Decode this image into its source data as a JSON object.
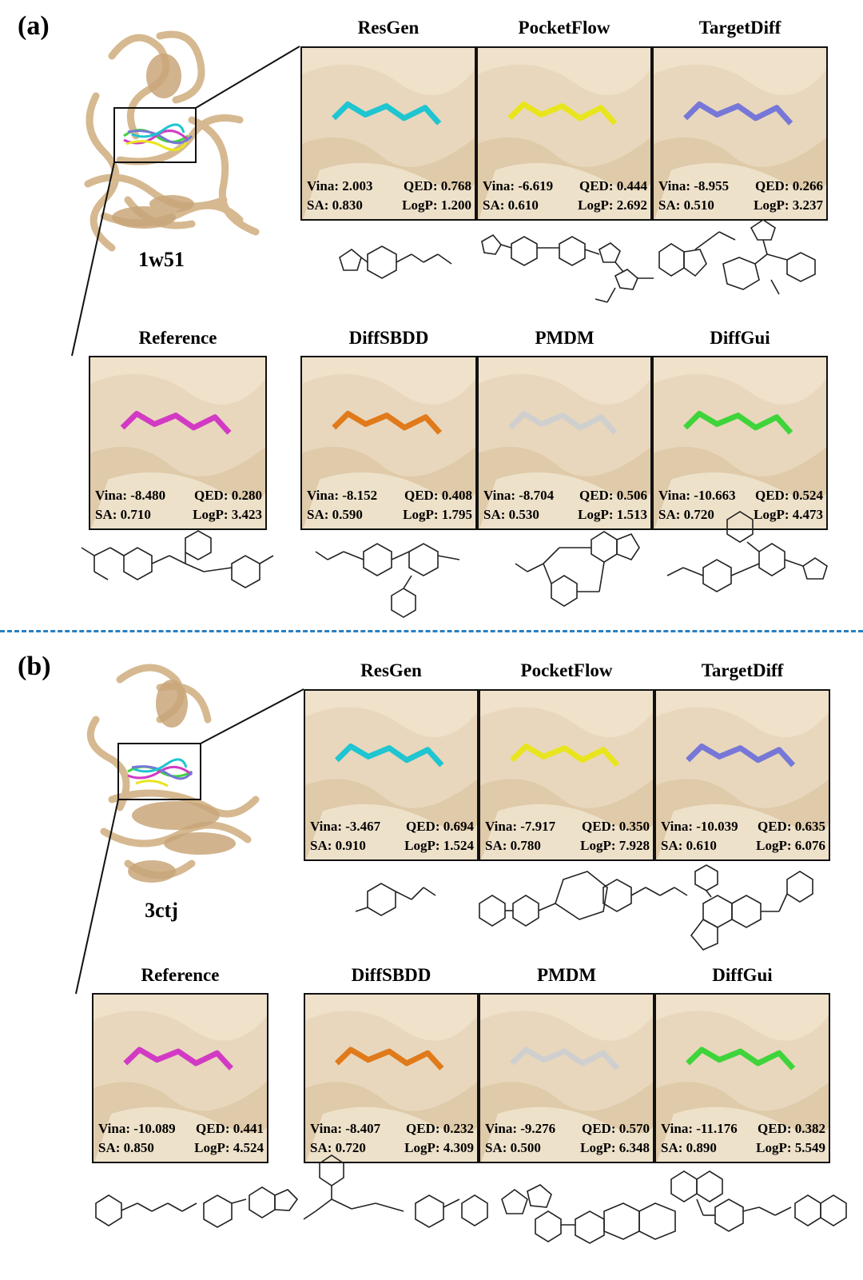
{
  "panels": [
    {
      "letter": "(a)",
      "pdb": "1w51",
      "methods": [
        {
          "name": "ResGen",
          "vina": "Vina: 2.003",
          "qed": "QED: 0.768",
          "sa": "SA: 0.830",
          "logp": "LogP: 1.200",
          "color": "#1fc5d0"
        },
        {
          "name": "PocketFlow",
          "vina": "Vina: -6.619",
          "qed": "QED: 0.444",
          "sa": "SA: 0.610",
          "logp": "LogP: 2.692",
          "color": "#e8e51e"
        },
        {
          "name": "TargetDiff",
          "vina": "Vina: -8.955",
          "qed": "QED: 0.266",
          "sa": "SA: 0.510",
          "logp": "LogP: 3.237",
          "color": "#7677d6"
        },
        {
          "name": "Reference",
          "vina": "Vina: -8.480",
          "qed": "QED: 0.280",
          "sa": "SA: 0.710",
          "logp": "LogP: 3.423",
          "color": "#d23ac4"
        },
        {
          "name": "DiffSBDD",
          "vina": "Vina: -8.152",
          "qed": "QED: 0.408",
          "sa": "SA: 0.590",
          "logp": "LogP: 1.795",
          "color": "#e07a1a"
        },
        {
          "name": "PMDM",
          "vina": "Vina: -8.704",
          "qed": "QED: 0.506",
          "sa": "SA: 0.530",
          "logp": "LogP: 1.513",
          "color": "#cfcfcf"
        },
        {
          "name": "DiffGui",
          "vina": "Vina: -10.663",
          "qed": "QED: 0.524",
          "sa": "SA: 0.720",
          "logp": "LogP: 4.473",
          "color": "#3ed43a"
        }
      ]
    },
    {
      "letter": "(b)",
      "pdb": "3ctj",
      "methods": [
        {
          "name": "ResGen",
          "vina": "Vina: -3.467",
          "qed": "QED: 0.694",
          "sa": "SA: 0.910",
          "logp": "LogP: 1.524",
          "color": "#1fc5d0"
        },
        {
          "name": "PocketFlow",
          "vina": "Vina: -7.917",
          "qed": "QED: 0.350",
          "sa": "SA: 0.780",
          "logp": "LogP: 7.928",
          "color": "#e8e51e"
        },
        {
          "name": "TargetDiff",
          "vina": "Vina: -10.039",
          "qed": "QED: 0.635",
          "sa": "SA: 0.610",
          "logp": "LogP: 6.076",
          "color": "#7677d6"
        },
        {
          "name": "Reference",
          "vina": "Vina: -10.089",
          "qed": "QED: 0.441",
          "sa": "SA: 0.850",
          "logp": "LogP: 4.524",
          "color": "#d23ac4"
        },
        {
          "name": "DiffSBDD",
          "vina": "Vina: -8.407",
          "qed": "QED: 0.232",
          "sa": "SA: 0.720",
          "logp": "LogP: 4.309",
          "color": "#e07a1a"
        },
        {
          "name": "PMDM",
          "vina": "Vina: -9.276",
          "qed": "QED: 0.570",
          "sa": "SA: 0.500",
          "logp": "LogP: 6.348",
          "color": "#cfcfcf"
        },
        {
          "name": "DiffGui",
          "vina": "Vina: -11.176",
          "qed": "QED: 0.382",
          "sa": "SA: 0.890",
          "logp": "LogP: 5.549",
          "color": "#3ed43a"
        }
      ]
    }
  ],
  "colors": {
    "pocket": "#e8d7bd",
    "protein": "#dcc09a",
    "divider": "#2a7fc0"
  }
}
